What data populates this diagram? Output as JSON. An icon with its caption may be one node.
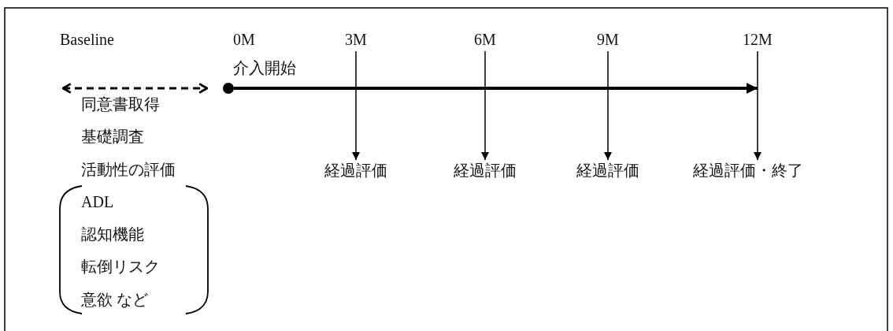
{
  "diagram": {
    "nodes": [
      {
        "text": [],
        "shape": "circle"
      },
      {
        "text": [
          "3M"
        ]
      },
      {
        "text": [
          "経過評価"
        ]
      },
      {
        "text": [
          "6M"
        ]
      },
      {
        "text": [
          "経過評価"
        ]
      },
      {
        "text": [
          "9M"
        ]
      },
      {
        "text": [
          "経過評価"
        ]
      },
      {
        "text": [
          "12M"
        ]
      },
      {
        "text": [
          "経過評価・終了"
        ]
      }
    ],
    "edges": [
      {
        "from": 0,
        "to": null,
        "arrow": "to",
        "style": "thick"
      },
      {
        "from": null,
        "to": 0,
        "arrow": "both",
        "style": "dashed"
      },
      {
        "from": 1,
        "to": 2,
        "arrow": "to"
      },
      {
        "from": 3,
        "to": 4,
        "arrow": "to"
      },
      {
        "from": 5,
        "to": 6,
        "arrow": "to"
      },
      {
        "from": 7,
        "to": 8,
        "arrow": "to"
      }
    ],
    "labels": [
      "Baseline",
      "0M",
      "介入開始",
      "同意書取得",
      "基礎調査",
      "活動性の評価",
      "ADL",
      "認知機能",
      "転倒リスク",
      "意欲 など"
    ]
  }
}
